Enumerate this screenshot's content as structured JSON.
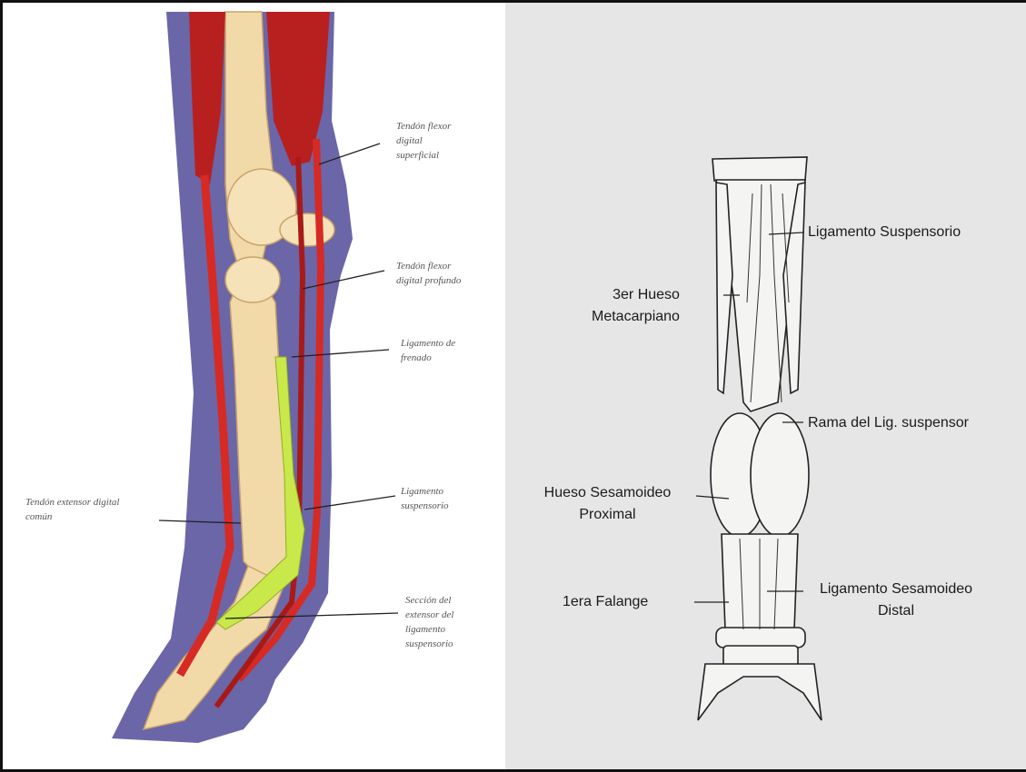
{
  "left_labels": {
    "flexor_superficial": "Tendón flexor\ndigital\nsuperficial",
    "flexor_profundo": "Tendón flexor\ndigital profundo",
    "ligamento_frenado": "Ligamento de\nfrenado",
    "ligamento_suspensorio": "Ligamento\nsuspensorio",
    "extensor_digital": "Tendón extensor digital\ncomún",
    "seccion_extensor": "Sección del\nextensor del\nligamento\nsuspensorio"
  },
  "right_labels": {
    "ligamento_suspensorio": "Ligamento Suspensorio",
    "hueso_metacarpiano": "3er Hueso\nMetacarpiano",
    "rama_lig": "Rama del Lig. suspensor",
    "hueso_sesamoideo": "Hueso Sesamoideo\nProximal",
    "primera_falange": "1era Falange",
    "ligamento_sesamoideo": "Ligamento Sesamoideo\nDistal"
  },
  "colors": {
    "muscle": "#b8201f",
    "tendon": "#d62a25",
    "bone": "#f2d9a8",
    "skin_shadow": "#6b66a8",
    "ligament": "#c9e84a"
  }
}
